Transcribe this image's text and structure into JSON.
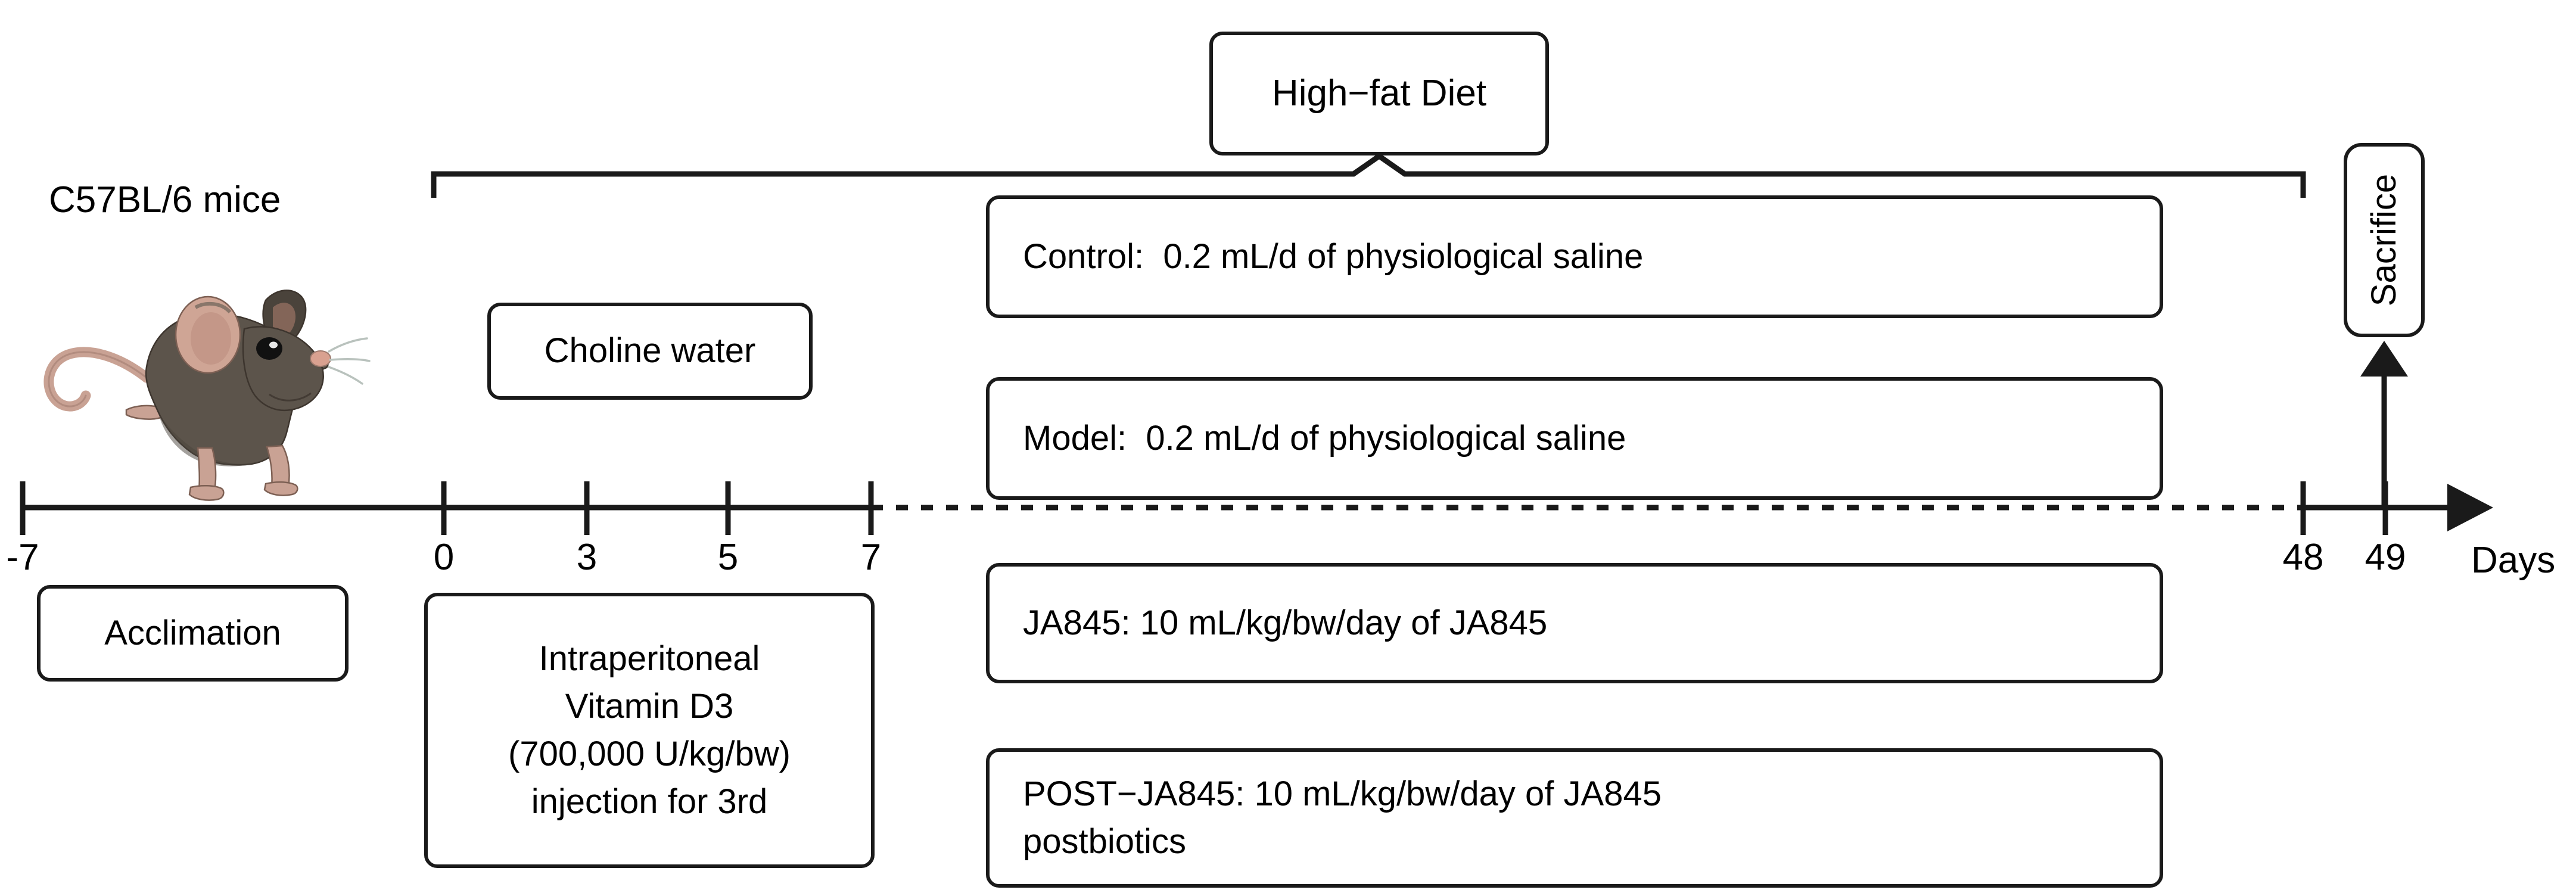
{
  "figure": {
    "type": "experiment-timeline-diagram",
    "strain_label": "C57BL/6 mice",
    "axis_unit_label": "Days"
  },
  "timeline": {
    "axis_label": "Days",
    "solid_segments": [
      {
        "from_day": -7,
        "to_day": 7
      },
      {
        "from_day": 48,
        "to_day": 50
      }
    ],
    "dashed_segment": {
      "from_day": 7,
      "to_day": 48
    },
    "ticks": [
      {
        "label": "-7",
        "day": -7
      },
      {
        "label": "0",
        "day": 0
      },
      {
        "label": "3",
        "day": 3
      },
      {
        "label": "5",
        "day": 5
      },
      {
        "label": "7",
        "day": 7
      },
      {
        "label": "48",
        "day": 48
      },
      {
        "label": "49",
        "day": 49
      }
    ]
  },
  "boxes": {
    "high_fat_diet": "High−fat Diet",
    "choline_water": "Choline water",
    "acclimation": "Acclimation",
    "vitamin_d3": {
      "line1": "Intraperitoneal",
      "line2": "Vitamin D3",
      "line3": "(700,000 U/kg/bw)",
      "line4": "injection for 3rd"
    },
    "sacrifice": "Sacrifice"
  },
  "groups": [
    {
      "name": "control",
      "label": "Control:  0.2 mL/d of physiological saline"
    },
    {
      "name": "model",
      "label": "Model:  0.2 mL/d of physiological saline"
    },
    {
      "name": "ja845",
      "label": "JA845: 10 mL/kg/bw/day of JA845"
    },
    {
      "name": "post-ja845",
      "label": "POST−JA845: 10 mL/kg/bw/day of JA845\npostbiotics"
    }
  ],
  "mouse": {
    "alt": "C57BL/6 laboratory mouse illustration",
    "colors": {
      "fur": "#5c544b",
      "fur_shadow": "#4a433b",
      "fur_light": "#6b6258",
      "skin": "#c9a294",
      "skin_light": "#d6b0a1",
      "nose": "#d9a190",
      "eye": "#111111",
      "whisker": "#b9c2bd",
      "outline": "#3d352e"
    }
  },
  "style": {
    "stroke": "#1a1a1a",
    "background": "#ffffff",
    "text": "#000000"
  }
}
